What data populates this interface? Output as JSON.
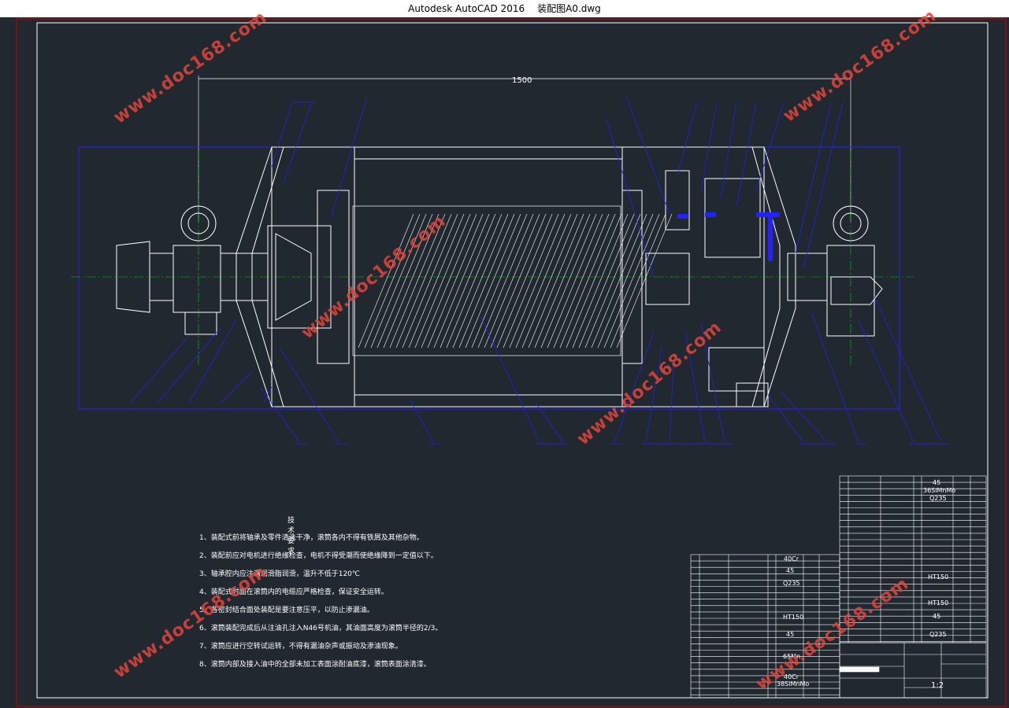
{
  "window": {
    "app_title": "Autodesk AutoCAD 2016",
    "file_name": "装配图A0.dwg"
  },
  "drawing": {
    "overall_dimension": "1500"
  },
  "watermark": {
    "text": "www.doc168.com"
  },
  "tech_requirements": {
    "heading": "技术要求",
    "items": [
      "1、装配式前将轴承及零件清洗干净，滚筒各内不得有铁屑及其他杂物。",
      "2、装配前应对电机进行绝缘检查，电机不得受潮而使绝缘降到一定值以下。",
      "3、轴承腔内应注满润滑脂润滑，温升不低于120℃",
      "4、装配式时面在滚筒内的电缆应严格检查，保证安全运转。",
      "5、各密封结合面处装配是要注意压平，以防止渗漏油。",
      "6、滚筒装配完成后从注油孔注入N46号机油，其油面高度为滚筒半径的2/3。",
      "7、滚筒应进行空转试运转，不得有漏油杂声或振动及渗油现象。",
      "8、滚筒内部及接入油中的全部未加工表面涂耐油底漆，滚筒表面涂清漆。"
    ]
  },
  "bom_right": {
    "materials": [
      "45",
      "36SiMnMo",
      "Q235",
      "HT150",
      "HT150",
      "45",
      "Q235"
    ]
  },
  "bom_left": {
    "materials": [
      "40Cr",
      "45",
      "Q235",
      "HT150",
      "45",
      "65Mn",
      "40Cr",
      "38SiMnMo"
    ]
  },
  "title_block": {
    "scale": "1:2"
  },
  "colors": {
    "background": "#212830",
    "lines_white": "#ffffff",
    "lines_blue": "#2222ff",
    "lines_green": "#00cc00",
    "frame_red": "#cc0000",
    "watermark": "#e2453a"
  }
}
